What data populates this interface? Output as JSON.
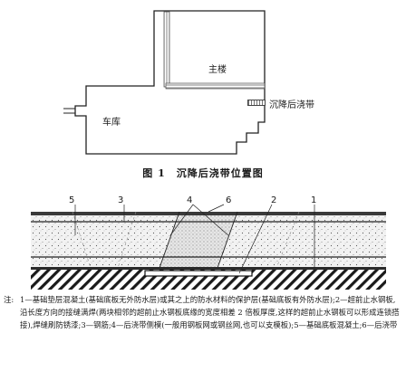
{
  "figure1": {
    "main_building_label": "主楼",
    "garage_label": "车库",
    "legend_label": "沉降后浇带",
    "caption": "图 1　沉降后浇带位置图"
  },
  "figure2": {
    "markers": [
      "5",
      "3",
      "4",
      "6",
      "2",
      "1"
    ]
  },
  "note": {
    "prefix": "注:",
    "text": "1—基础垫层混凝土(基础底板无外防水层)或其之上的防水材料的保护层(基础底板有外防水层);2—超前止水钢板,沿长度方向的接缝满焊(两块相邻的超前止水钢板底缘的宽度相差 2 倍板厚度,这样的超前止水钢板可以形成连锁搭接),焊缝刷防锈漆;3—钢筋;4—后浇带侧模(一般用钢板网或钢丝网,也可以支模板);5—基础底板混凝土;6—后浇带"
  }
}
